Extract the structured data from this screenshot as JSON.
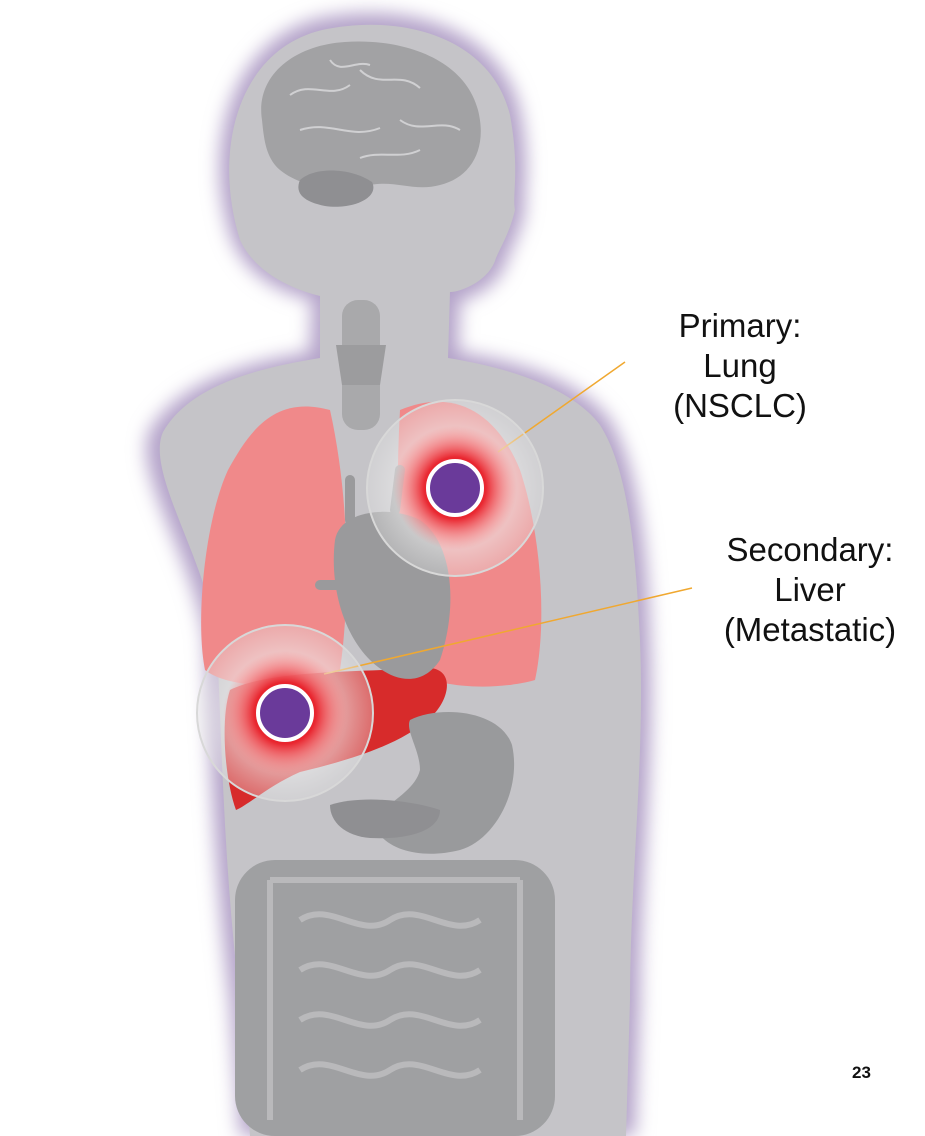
{
  "labels": {
    "primary": {
      "line1": "Primary:",
      "line2": "Lung",
      "line3": "(NSCLC)"
    },
    "secondary": {
      "line1": "Secondary:",
      "line2": "Liver",
      "line3": "(Metastatic)"
    }
  },
  "page_number": "23",
  "icons": {
    "body": "body-silhouette-icon",
    "brain": "brain-icon",
    "lungs": "lungs-icon",
    "liver": "liver-icon",
    "heart": "heart-icon",
    "stomach": "stomach-icon",
    "intestines": "intestines-icon",
    "tumor": "tumor-marker-icon"
  },
  "colors": {
    "silhouette": "#c4c4c6",
    "silhouette_glow": "#b7a6cb",
    "organs": "#a0a0a2",
    "lung": "#f0898a",
    "liver": "#d72b2b",
    "tumor_center": "#6a3a9a",
    "tumor_halo": "#e8141e",
    "leader_line": "#f0a830",
    "text": "#111111"
  }
}
